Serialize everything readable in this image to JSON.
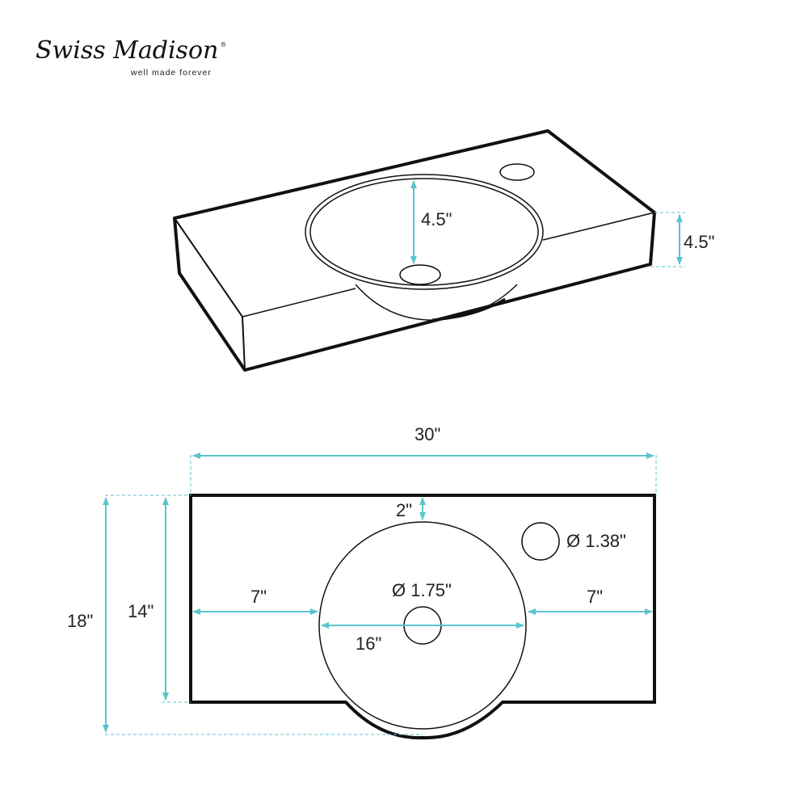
{
  "brand": {
    "name": "Swiss Madison",
    "registered": "®",
    "tagline": "well made forever"
  },
  "iso_view": {
    "bowl_depth": "4.5\"",
    "height": "4.5\""
  },
  "top_view": {
    "width": "30\"",
    "total_depth": "18\"",
    "body_depth": "14\"",
    "bowl_offset_top": "2\"",
    "left_margin": "7\"",
    "right_margin": "7\"",
    "bowl_diameter": "16\"",
    "drain_diameter": "Ø 1.75\"",
    "faucet_hole_diameter": "Ø 1.38\""
  },
  "colors": {
    "dimension": "#5ac4cc",
    "outline": "#111111"
  }
}
